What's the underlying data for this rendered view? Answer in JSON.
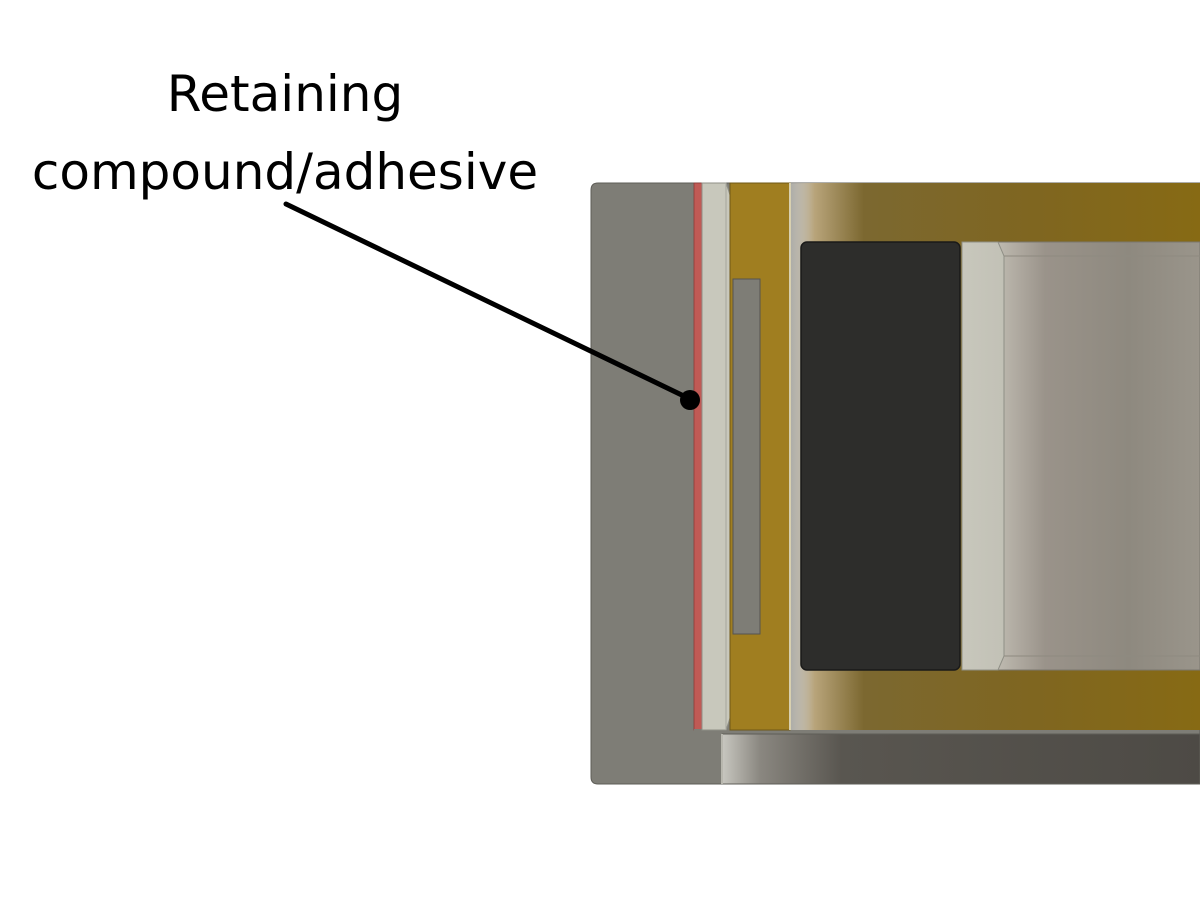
{
  "callout": {
    "line1": "Retaining",
    "line2": "compound/adhesive",
    "target": "adhesive-layer"
  },
  "colors": {
    "housing": "#7e7d76",
    "adhesive": "#c05a55",
    "bearing_race": "#c8c8bc",
    "brass": "#a07e20",
    "slot": "#7e7d76",
    "seal": "#2d2d2b",
    "shaft": "#bfbdb3",
    "leader": "#000000"
  }
}
